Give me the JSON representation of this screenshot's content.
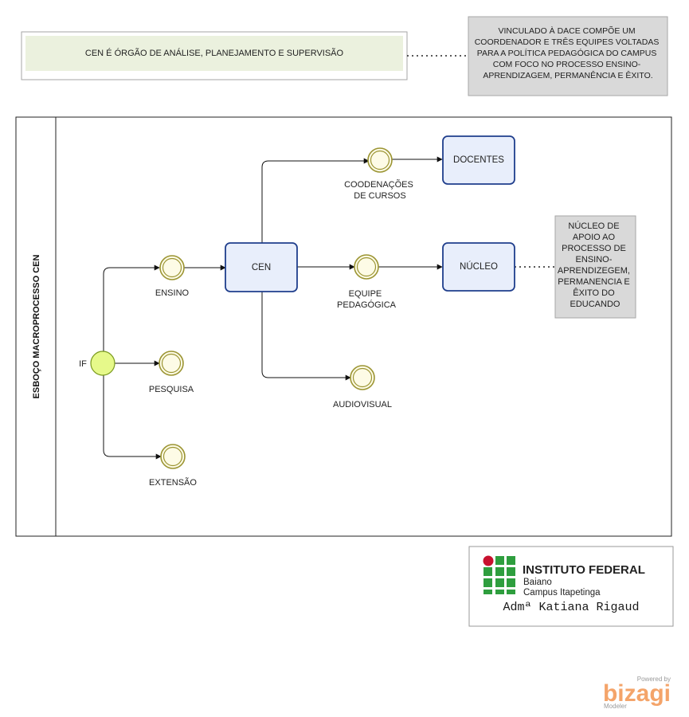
{
  "header_note": {
    "text": "CEN É ÓRGÃO DE ANÁLISE, PLANEJAMENTO E SUPERVISÃO"
  },
  "annotation_top": {
    "lines": [
      "VINCULADO À DACE COMPÕE UM",
      "COORDENADOR E TRÊS EQUIPES VOLTADAS",
      "PARA A POLÍTICA PEDAGÓGICA DO CAMPUS",
      "COM FOCO NO PROCESSO ENSINO-",
      "APRENDIZAGEM, PERMANÊNCIA E ÊXITO."
    ]
  },
  "pool": {
    "label": "ESBOÇO MACROPROCESSO CEN"
  },
  "start_event": {
    "label": "IF"
  },
  "events": {
    "ensino": {
      "lines": [
        "ENSINO"
      ]
    },
    "pesquisa": {
      "lines": [
        "PESQUISA"
      ]
    },
    "extensao": {
      "lines": [
        "EXTENSÃO"
      ]
    },
    "coordenacoes": {
      "lines": [
        "COODENAÇÕES",
        "DE CURSOS"
      ]
    },
    "equipe": {
      "lines": [
        "EQUIPE",
        "PEDAGÓGICA"
      ]
    },
    "audiovisual": {
      "lines": [
        "AUDIOVISUAL"
      ]
    }
  },
  "tasks": {
    "cen": {
      "label": "CEN"
    },
    "docentes": {
      "label": "DOCENTES"
    },
    "nucleo": {
      "label": "NÚCLEO"
    }
  },
  "annotation_nucleo": {
    "lines": [
      "NÚCLEO DE",
      "APOIO AO",
      "PROCESSO DE",
      "ENSINO-",
      "APRENDIZEGEM,",
      "PERMANENCIA E",
      "ÊXITO DO",
      "EDUCANDO"
    ]
  },
  "logo": {
    "title": "INSTITUTO FEDERAL",
    "line1": "Baiano",
    "line2": "Campus Itapetinga",
    "signature": "Admª Katiana Rigaud",
    "dot_color": "#c8102e",
    "square_color": "#2e9e3e"
  },
  "watermark": {
    "powered": "Powered by",
    "brand": "bizagi",
    "product": "Modeler"
  },
  "colors": {
    "task_fill": "#e8eefb",
    "task_stroke": "#1f3e8c",
    "start_fill": "#e6f98a",
    "start_stroke": "#7a9a1e",
    "event_fill": "#fdfbe6",
    "event_stroke": "#9b9432",
    "annotation_fill": "#d9d9d9",
    "note_fill": "#ebf1de",
    "bizagi_orange": "#f4a46a"
  }
}
